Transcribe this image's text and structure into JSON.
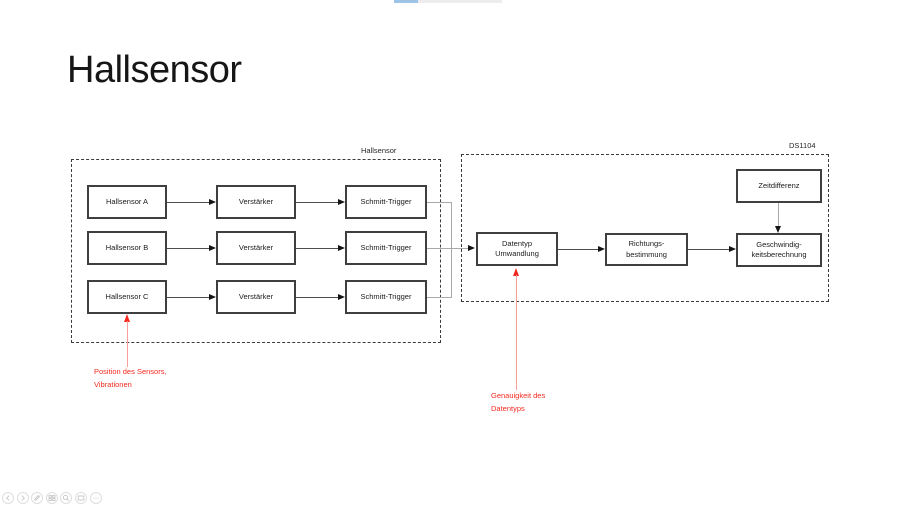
{
  "top_progress": {
    "accent_color": "#9dc3e6",
    "track_color": "#ededed"
  },
  "slide": {
    "title": "Hallsensor"
  },
  "diagram": {
    "hallsensor": {
      "label": "Hallsensor",
      "rows": [
        {
          "sensor": "Hallsensor A",
          "amplifier": "Verstärker",
          "trigger": "Schmitt-Trigger"
        },
        {
          "sensor": "Hallsensor B",
          "amplifier": "Verstärker",
          "trigger": "Schmitt-Trigger"
        },
        {
          "sensor": "Hallsensor C",
          "amplifier": "Verstärker",
          "trigger": "Schmitt-Trigger"
        }
      ]
    },
    "ds1104": {
      "label": "DS1104",
      "zeitdifferenz": "Zeitdifferenz",
      "datentyp": {
        "line1": "Datentyp",
        "line2": "Umwandlung"
      },
      "richtung": {
        "line1": "Richtungs-",
        "line2": "bestimmung"
      },
      "geschwindigkeit": {
        "line1": "Geschwindig-",
        "line2": "keitsberechnung"
      }
    },
    "annotations": {
      "sensor_position": {
        "line1": "Position des Sensors,",
        "line2": "Vibrationen",
        "color": "#f42a20"
      },
      "datentyp_genauigkeit": {
        "line1": "Genauigkeit des",
        "line2": "Datentyps",
        "color": "#f42a20"
      }
    }
  },
  "toolbar": {
    "icons": [
      "previous-slide",
      "next-slide",
      "pen",
      "see-all-slides",
      "zoom",
      "display-settings",
      "more-options"
    ]
  }
}
